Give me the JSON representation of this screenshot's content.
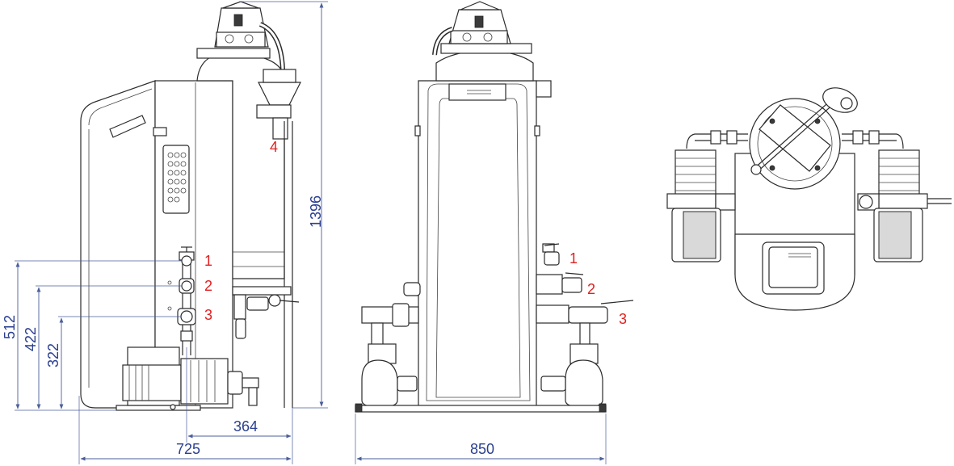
{
  "dimensions": {
    "height_total": "1396",
    "width_side": "725",
    "width_front": "850",
    "depth_offset": "364",
    "conn_1_height": "512",
    "conn_2_height": "422",
    "conn_3_height": "322"
  },
  "callouts": {
    "side": [
      "1",
      "2",
      "3",
      "4"
    ],
    "front": [
      "1",
      "2",
      "3"
    ]
  },
  "colors": {
    "dimension": "#2a3f8f",
    "callout": "#e02020",
    "outline": "#2b2b2b"
  }
}
